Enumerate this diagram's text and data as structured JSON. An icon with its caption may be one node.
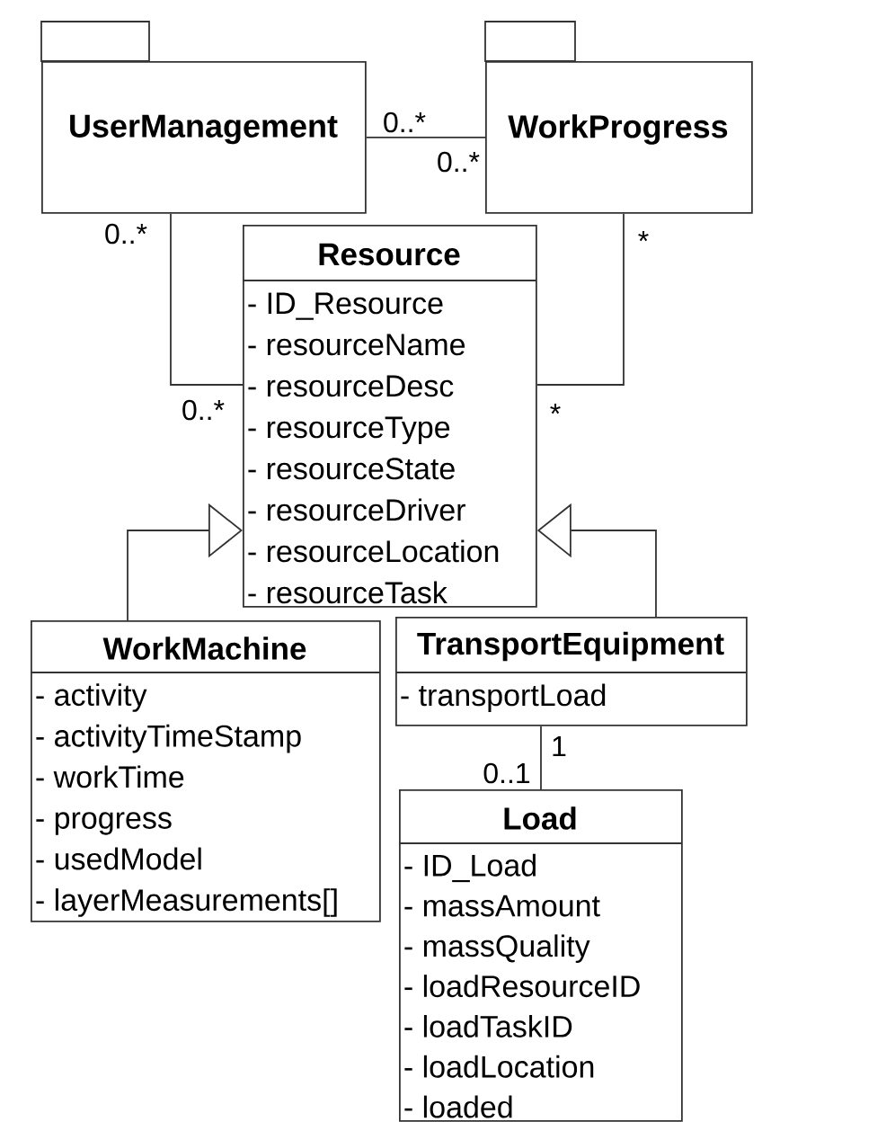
{
  "diagram": {
    "nodes": [
      {
        "text": [
          "UserManagement"
        ]
      },
      {
        "text": [
          "WorkProgress"
        ]
      },
      {
        "text": [
          "Resource",
          "- ID_Resource",
          "- resourceName",
          "- resourceDesc",
          "- resourceType",
          "- resourceState",
          "- resourceDriver",
          "- resourceLocation",
          "- resourceTask"
        ]
      },
      {
        "text": [
          "WorkMachine",
          "- activity",
          "- activityTimeStamp",
          "- workTime",
          "- progress",
          "- usedModel",
          "- layerMeasurements[]"
        ]
      },
      {
        "text": [
          "TransportEquipment",
          "- transportLoad"
        ]
      },
      {
        "text": [
          "Load",
          "- ID_Load",
          "- massAmount",
          "- massQuality",
          "- loadResourceID",
          "- loadTaskID",
          "- loadLocation",
          "- loaded"
        ]
      }
    ],
    "edges": [
      {
        "from": 0,
        "to": 1,
        "arrow": "none"
      },
      {
        "from": 0,
        "to": 2,
        "arrow": "none"
      },
      {
        "from": 1,
        "to": 2,
        "arrow": "none"
      },
      {
        "from": 3,
        "to": 2,
        "arrow": "to"
      },
      {
        "from": 4,
        "to": 2,
        "arrow": "to"
      },
      {
        "from": 4,
        "to": 5,
        "arrow": "none"
      }
    ],
    "labels": [
      "0..*",
      "0..*",
      "0..*",
      "*",
      "0..*",
      "*",
      "1",
      "0..1"
    ]
  }
}
